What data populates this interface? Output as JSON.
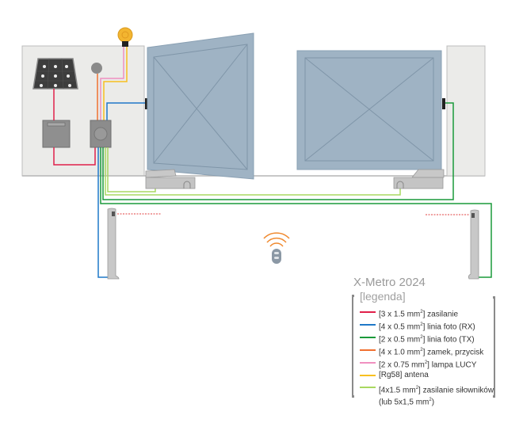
{
  "diagram": {
    "title": "X-Metro 2024",
    "components": [
      {
        "id": "solar-panel",
        "label": "solar panel"
      },
      {
        "id": "battery-box",
        "label": "battery box"
      },
      {
        "id": "control-box",
        "label": "control unit"
      },
      {
        "id": "antenna",
        "label": "antenna"
      },
      {
        "id": "lamp",
        "label": "warning lamp LUCY"
      },
      {
        "id": "gate-left",
        "label": "left gate leaf (open)"
      },
      {
        "id": "gate-right",
        "label": "right gate leaf (closed)"
      },
      {
        "id": "actuator-left",
        "label": "left actuator"
      },
      {
        "id": "actuator-right",
        "label": "right actuator"
      },
      {
        "id": "lock-left",
        "label": "electric lock left"
      },
      {
        "id": "lock-right",
        "label": "electric lock right"
      },
      {
        "id": "photocell-rx",
        "label": "photocell RX"
      },
      {
        "id": "photocell-tx",
        "label": "photocell TX"
      },
      {
        "id": "remote",
        "label": "remote control"
      }
    ]
  },
  "legend": {
    "title": "X-Metro 2024",
    "subtitle": "[legenda]",
    "items": [
      {
        "spec": "[3 x 1.5 mm",
        "sup": "2",
        "text": "] zasilanie",
        "color": "#e0204a"
      },
      {
        "spec": "[4 x 0.5 mm",
        "sup": "2",
        "text": "] linia foto (RX)",
        "color": "#1f78c8"
      },
      {
        "spec": "[2 x 0.5 mm",
        "sup": "2",
        "text": "] linia foto (TX)",
        "color": "#1a9a3a"
      },
      {
        "spec": "[4 x 1.0 mm",
        "sup": "2",
        "text": "] zamek, przycisk",
        "color": "#f07030"
      },
      {
        "spec": "[2 x 0.75 mm",
        "sup": "2",
        "text": "] lampa LUCY",
        "color": "#f090c0"
      },
      {
        "spec": "[Rg58]",
        "sup": "",
        "text": " antena",
        "color": "#f8c020"
      },
      {
        "spec": "[4x1.5 mm",
        "sup": "2",
        "text": "] zasilanie siłowników",
        "line2a": "(lub 5x1,5 mm",
        "line2sup": "2",
        "line2b": ")",
        "color": "#a8d860"
      }
    ]
  },
  "colors": {
    "wall": "#ebebe9",
    "wall_border": "#b8b8b8",
    "gate_fill": "#9fb3c4",
    "gate_border": "#7f95a8",
    "device_gray": "#8e8e8e",
    "signal_orange": "#f08a30",
    "beam_red": "#e04040"
  }
}
